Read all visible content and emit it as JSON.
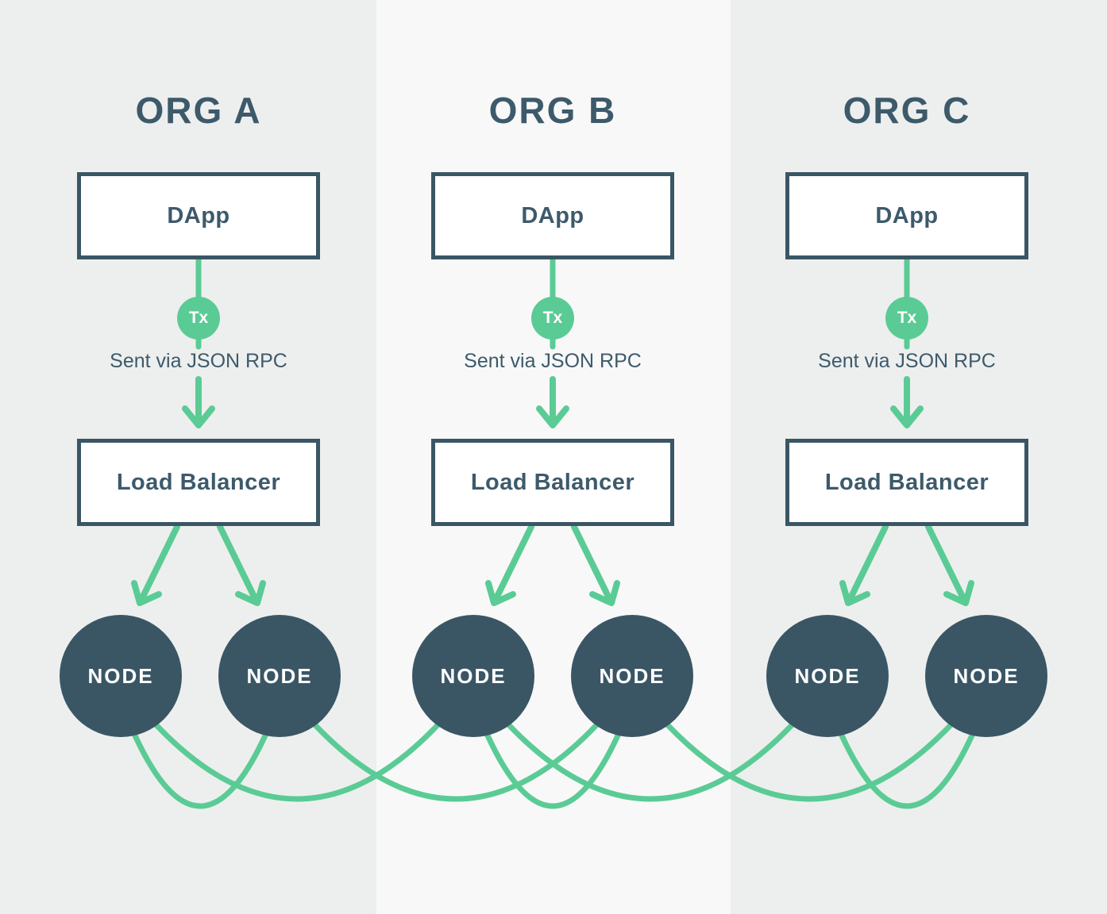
{
  "diagram": {
    "columns": [
      {
        "title": "ORG A",
        "dapp_label": "DApp",
        "tx_badge": "Tx",
        "rpc_caption": "Sent via JSON RPC",
        "load_balancer_label": "Load Balancer",
        "nodes": [
          "NODE",
          "NODE"
        ]
      },
      {
        "title": "ORG B",
        "dapp_label": "DApp",
        "tx_badge": "Tx",
        "rpc_caption": "Sent via JSON RPC",
        "load_balancer_label": "Load Balancer",
        "nodes": [
          "NODE",
          "NODE"
        ]
      },
      {
        "title": "ORG C",
        "dapp_label": "DApp",
        "tx_badge": "Tx",
        "rpc_caption": "Sent via JSON RPC",
        "load_balancer_label": "Load Balancer",
        "nodes": [
          "NODE",
          "NODE"
        ]
      }
    ],
    "connections": [
      "A1-A2",
      "B1-B2",
      "C1-C2",
      "A1-B1",
      "A2-B2",
      "B1-C1",
      "B2-C2"
    ],
    "colors": {
      "accent_green": "#5bcb95",
      "shape_dark": "#3a5665",
      "text_dark": "#3d5a6b",
      "side_column_bg": "#edefee",
      "middle_column_bg": "#f8f8f8"
    }
  }
}
